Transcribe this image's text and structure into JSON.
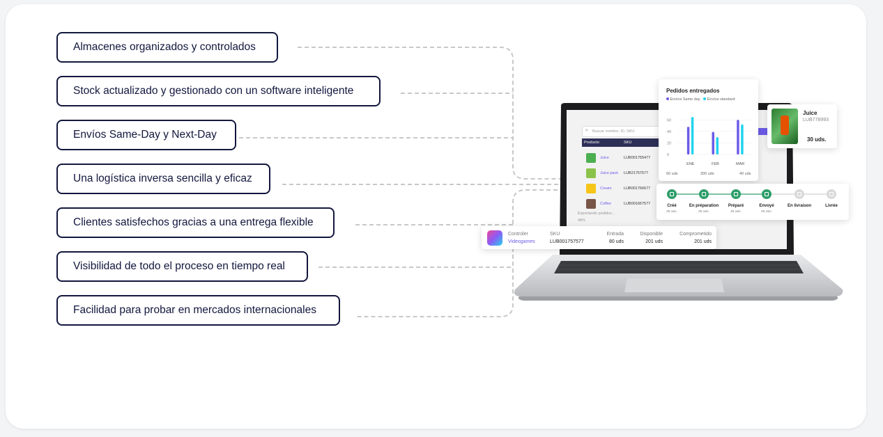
{
  "features": [
    "Almacenes organizados y controlados",
    "Stock actualizado y gestionado con un software inteligente",
    "Envíos Same-Day y Next-Day",
    "Una logística inversa sencilla y eficaz",
    "Clientes satisfechos gracias a una entrega flexible",
    "Visibilidad de todo el proceso en tiempo real",
    "Facilidad para probar en mercados internacionales"
  ],
  "screen": {
    "search_placeholder": "Buscar nombre, ID, SKU",
    "col_product": "Producto",
    "col_sku": "SKU",
    "rows": [
      {
        "name": "Juice",
        "sku": "LUB001755477",
        "qty": "60 uds"
      },
      {
        "name": "Juice pack",
        "sku": "LUB21757577",
        "qty": "300 uds"
      },
      {
        "name": "Cream",
        "sku": "LUB001766677",
        "qty": "40 uds"
      },
      {
        "name": "Coffee",
        "sku": "LUB001667577",
        "qty": ""
      }
    ],
    "export_text": "Exportando pedidos...",
    "export_percent": "48%"
  },
  "chart_data": {
    "type": "bar",
    "title": "Pedidos entregados",
    "categories": [
      "ENE",
      "FEB",
      "MAR"
    ],
    "series": [
      {
        "name": "Envíos Same day",
        "color": "#6c5ce7",
        "values": [
          48,
          39,
          60
        ]
      },
      {
        "name": "Envíos standard",
        "color": "#22d3ee",
        "values": [
          65,
          30,
          52
        ]
      }
    ],
    "yticks": [
      "60",
      "40",
      "20",
      "0"
    ],
    "ylim": [
      0,
      70
    ]
  },
  "product_popup": {
    "name": "Juice",
    "sku": "LUB778993",
    "qty": "30 uds."
  },
  "tracking": {
    "steps": [
      {
        "label": "Créé",
        "date": "28 Juin.",
        "active": true
      },
      {
        "label": "En préparation",
        "date": "28 Juin.",
        "active": true
      },
      {
        "label": "Préparé",
        "date": "28 Juin.",
        "active": true
      },
      {
        "label": "Envoyé",
        "date": "28 Juin.",
        "active": true
      },
      {
        "label": "En livraison",
        "date": "",
        "active": false
      },
      {
        "label": "Livrée",
        "date": "",
        "active": false
      }
    ],
    "active_color": "#2e9e6a"
  },
  "inventory_bar": {
    "product": "Controler",
    "category": "Videogames",
    "sku_label": "SKU",
    "sku": "LUB001757577",
    "entrada_label": "Entrada",
    "entrada": "80 uds",
    "disponible_label": "Disponible",
    "disponible": "201 uds",
    "comprometido_label": "Comprometido",
    "comprometido": "201 uds"
  }
}
